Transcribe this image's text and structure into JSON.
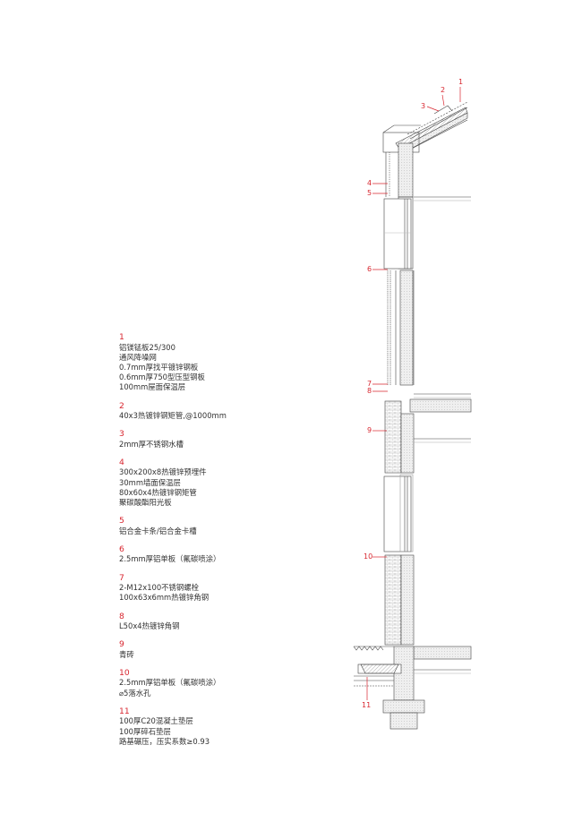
{
  "colors": {
    "accent": "#d8262f",
    "text": "#333333",
    "line": "#555555"
  },
  "legend": [
    {
      "num": "1",
      "lines": [
        "铝镁锰板25/300",
        "通风降噪网",
        "0.7mm厚找平镀锌钢板",
        "0.6mm厚750型压型钢板",
        "100mm屋面保温层"
      ]
    },
    {
      "num": "2",
      "lines": [
        "40x3热镀锌钢矩管,@1000mm"
      ]
    },
    {
      "num": "3",
      "lines": [
        "2mm厚不锈钢水槽"
      ]
    },
    {
      "num": "4",
      "lines": [
        "300x200x8热镀锌预埋件",
        "30mm墙面保温层",
        "80x60x4热镀锌钢矩管",
        "聚碳酸酯阳光板"
      ]
    },
    {
      "num": "5",
      "lines": [
        "铝合金卡条/铝合金卡槽"
      ]
    },
    {
      "num": "6",
      "lines": [
        "2.5mm厚铝单板（氟碳喷涂）"
      ]
    },
    {
      "num": "7",
      "lines": [
        "2-M12x100不锈钢螺栓",
        "100x63x6mm热镀锌角钢"
      ]
    },
    {
      "num": "8",
      "lines": [
        "L50x4热镀锌角钢"
      ]
    },
    {
      "num": "9",
      "lines": [
        "青砖"
      ]
    },
    {
      "num": "10",
      "lines": [
        "2.5mm厚铝单板（氟碳喷涂）",
        "⌀5落水孔"
      ]
    },
    {
      "num": "11",
      "lines": [
        "100厚C20混凝土垫层",
        "100厚碎石垫层",
        "路基碾压，压实系数≥0.93"
      ]
    }
  ],
  "callouts": [
    "1",
    "2",
    "3",
    "4",
    "5",
    "6",
    "7",
    "8",
    "9",
    "10",
    "11"
  ]
}
